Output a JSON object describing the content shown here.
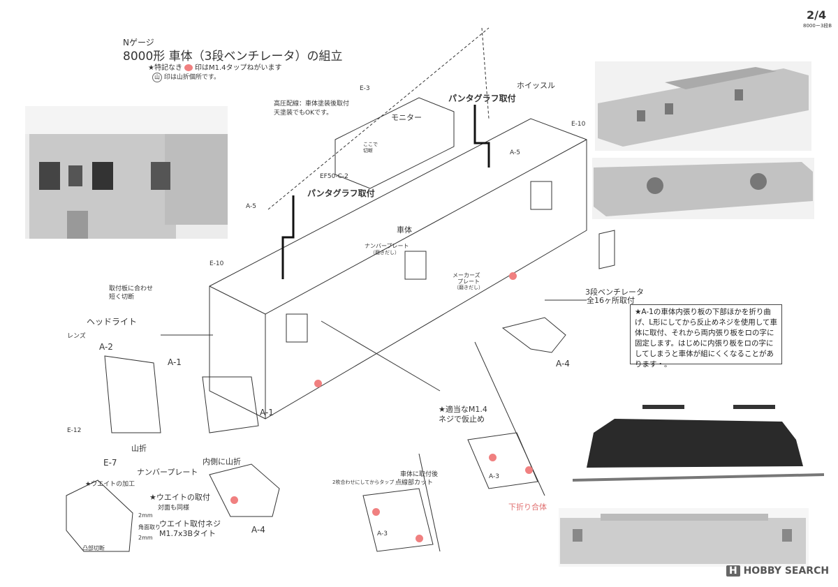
{
  "header": {
    "page": "2/4",
    "page_sub": "8000ー3段B",
    "gauge": "Nゲージ",
    "title": "8000形 車体（3段ベンチレータ）の組立",
    "legend1_pre": "★特記なき",
    "legend1_post": "印はM1.4タップねがいます",
    "legend2_mark": "山",
    "legend2_text": "印は山折個所です。"
  },
  "labels": {
    "e3": "E-3",
    "kouatsu1": "高圧配線：車体塗装後取付",
    "kouatsu2": "天塗装でもOKです。",
    "monitor": "モニター",
    "kokode1": "ここで",
    "kokode2": "切断",
    "ef50": "EF50-C-2",
    "panta_top": "パンタグラフ取付",
    "whistle": "ホイッスル",
    "e10_right": "E-10",
    "a5_top": "A-5",
    "a5_left": "A-5",
    "panta_left": "パンタグラフ取付",
    "shatai": "車体",
    "number_plate_sm1": "ナンバープレート",
    "number_plate_sm2": "（磨きだし）",
    "maker_plate1": "メーカーズ",
    "maker_plate2": "プレート",
    "maker_plate3": "（磨きだし）",
    "vent1": "3段ベンチレータ",
    "vent2": "全16ヶ所取付",
    "e10_left": "E-10",
    "toritsuke1": "取付板に合わせ",
    "toritsuke2": "短く切断",
    "headlight": "ヘッドライト",
    "lens": "レンズ",
    "a2": "A-2",
    "a1_left": "A-1",
    "a1_body": "A-1",
    "a4_right": "A-4",
    "e12": "E-12",
    "yamaori": "山折",
    "e7": "E-7",
    "number_plate": "ナンバープレート",
    "uchigawa": "内側に山折",
    "tekitou1": "★適当なM1.4",
    "tekitou2": "ネジで仮止め",
    "weight_kakou": "★ウエイトの加工",
    "weight_toritsuke": "★ウエイトの取付",
    "taimen": "対面も同様",
    "mm2a": "2mm",
    "kakumen": "角面取り",
    "mm2b": "2mm",
    "ototsu": "凸部切断",
    "neji1": "ウエイト取付ネジ",
    "neji2": "M1.7x3Bタイト",
    "a4_bottom": "A-4",
    "nimai": "2枚合わせにしてからタップ",
    "shatai_toritsuke1": "車体に取付後",
    "shatai_toritsuke2": "点線部カット",
    "a3_left": "A-3",
    "a3_right": "A-3",
    "shitaori": "下折り合体"
  },
  "note": {
    "text": "★A-1の車体内張り板の下部ほかを折り曲げ、L形にしてから反止めネジを使用して車体に取付、それから両内張り板をロの字に固定します。はじめに内張り板をロの字にしてしまうと車体が組にくくなることがあります・。"
  },
  "watermark": {
    "brand": "HOBBY",
    "search": "SEARCH",
    "logo": "H"
  },
  "colors": {
    "red_mark": "#f08080",
    "line": "#333333"
  }
}
